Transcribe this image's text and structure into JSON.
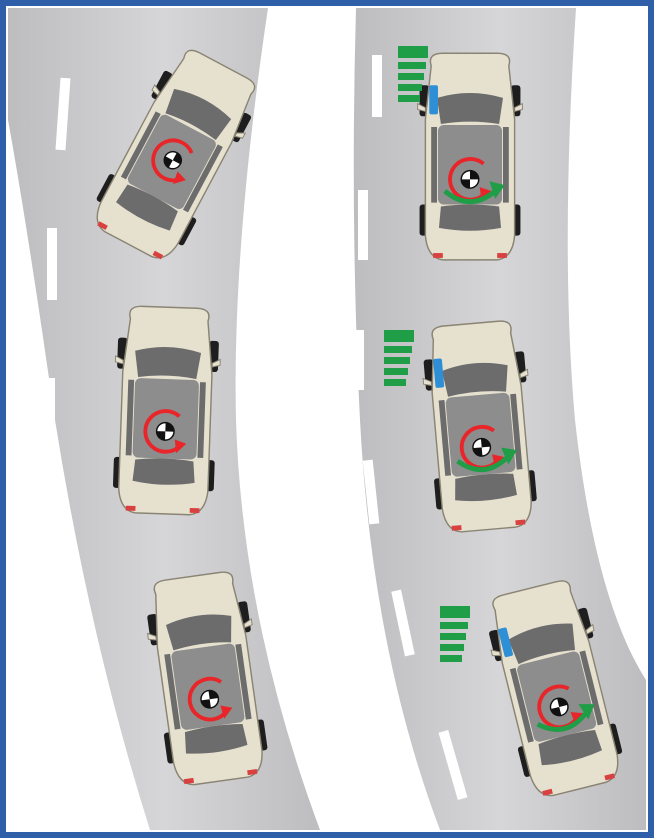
{
  "colors": {
    "frame": "#2e5fa8",
    "road": "#c6c6c8",
    "road_light": "#e6e6e8",
    "lane_marking": "#ffffff",
    "car_body": "#e6e0cf",
    "car_glass": "#6c6c6c",
    "car_roof": "#8d8d8d",
    "tire": "#1e1e1e",
    "tail_light": "#d94040",
    "rotation_arrow_red": "#e8262a",
    "correction_arrow_green": "#1f9d47",
    "brake_indicator_green": "#1f9d47",
    "wheel_brake_blue": "#2f8fd6"
  },
  "icons": {
    "center_of_mass": "center-of-mass-icon",
    "yaw_arrow": "red-rotation-arrow-icon",
    "correction_arrow": "green-correction-arrow-icon",
    "brake_bars": "brake-intensity-bars-icon",
    "wheel_brake": "blue-wheel-brake-icon"
  },
  "lanes": {
    "without_stability_control": {
      "cars": [
        {
          "heading": "rotated",
          "yaw_arrow": "red"
        },
        {
          "heading": "straight",
          "yaw_arrow": "red"
        },
        {
          "heading": "slight",
          "yaw_arrow": "red"
        }
      ]
    },
    "with_stability_control": {
      "cars": [
        {
          "yaw_arrow": "red",
          "correction_arrow": "green",
          "brake_bars": 5,
          "braked_wheel": "front-left"
        },
        {
          "yaw_arrow": "red",
          "correction_arrow": "green",
          "brake_bars": 5,
          "braked_wheel": "front-left"
        },
        {
          "yaw_arrow": "red",
          "correction_arrow": "green",
          "brake_bars": 5,
          "braked_wheel": "front-left"
        }
      ]
    }
  }
}
